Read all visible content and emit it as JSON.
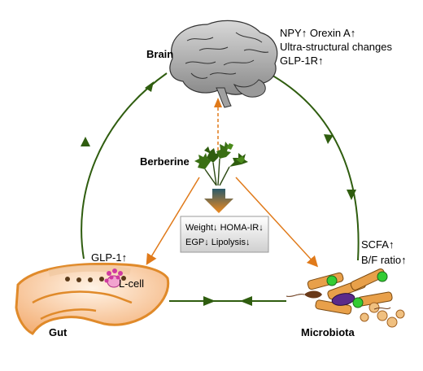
{
  "labels": {
    "brain": "Brain",
    "berberine": "Berberine",
    "gut": "Gut",
    "microbiota": "Microbiota",
    "l_cell": "L-cell"
  },
  "brain_effects": {
    "line1": "NPY↑ Orexin A↑",
    "line2": "Ultra-structural changes",
    "line3": "GLP-1R↑"
  },
  "gut_effects": {
    "glp1": "GLP-1↑"
  },
  "microbiota_effects": {
    "scfa": "SCFA↑",
    "bf_ratio": "B/F ratio↑"
  },
  "systemic_effects": {
    "line1": "Weight↓ HOMA-IR↓",
    "line2": "EGP↓ Lipolysis↓"
  },
  "colors": {
    "green_arrow": "#2f5d0f",
    "orange_arrow": "#e07a1a",
    "gut_fill": "#f6c79a",
    "gut_edge": "#e08a2a",
    "lcell": "#d03aa0"
  }
}
